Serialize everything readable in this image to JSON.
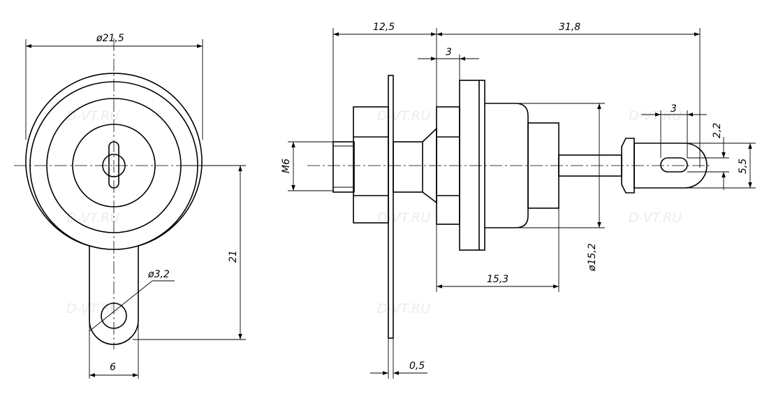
{
  "watermark": "D-VT.RU",
  "dimensions": {
    "flange_diameter": "ø21,5",
    "hole_diameter": "ø3,2",
    "lug_height": "21",
    "lug_width": "6",
    "thread": "M6",
    "thread_length": "12,5",
    "overall_length": "31,8",
    "washer_step": "3",
    "body_length": "15,3",
    "body_diameter": "ø15,2",
    "plate_thickness": "0,5",
    "terminal_slot": "3",
    "terminal_hole": "2,2",
    "terminal_width": "5,5"
  }
}
